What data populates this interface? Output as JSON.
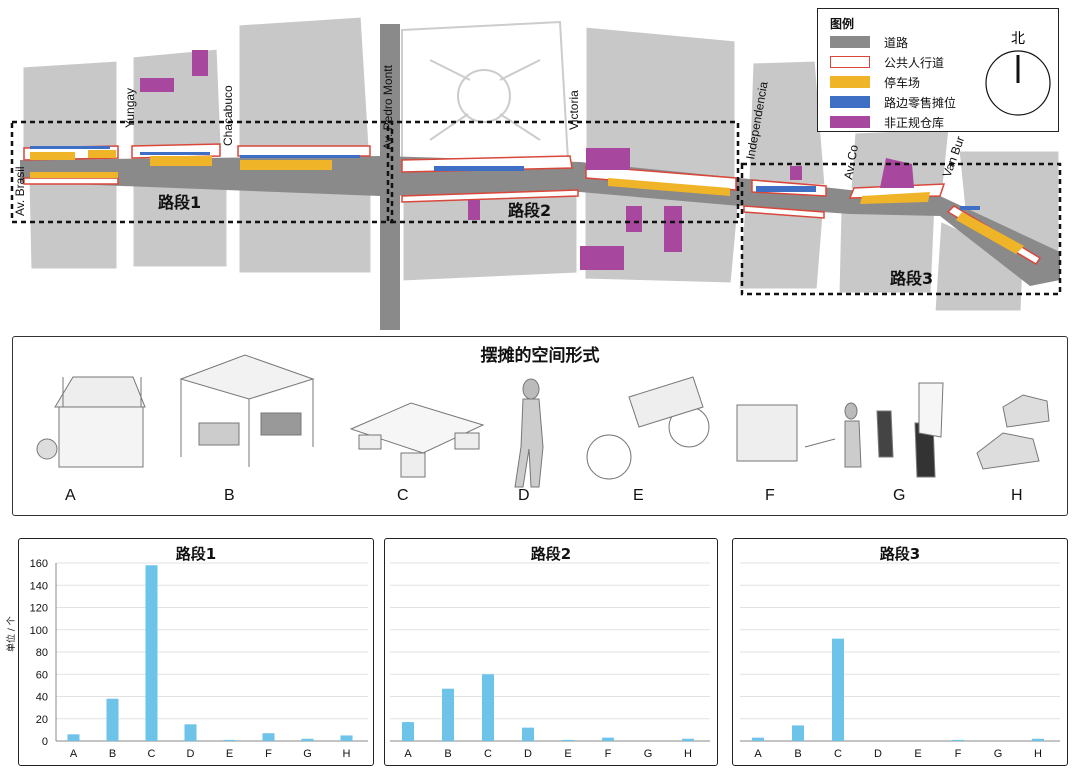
{
  "map": {
    "streets": [
      "Av. Brasil",
      "Yungay",
      "Chacabuco",
      "Av. Pedro Montt",
      "Victoria",
      "Independencia",
      "Av. Co",
      "Van Bur"
    ],
    "segments": [
      "路段1",
      "路段2",
      "路段3"
    ]
  },
  "legend": {
    "title": "图例",
    "items": [
      {
        "label": "道路",
        "color": "#8a8a8a"
      },
      {
        "label": "公共人行道",
        "color": "#ffffff",
        "stroke": "#d9473a"
      },
      {
        "label": "停车场",
        "color": "#f0b429"
      },
      {
        "label": "路边零售摊位",
        "color": "#3f6fc4"
      },
      {
        "label": "非正规仓库",
        "color": "#a8479e"
      }
    ],
    "north": "北"
  },
  "forms": {
    "title": "摆摊的空间形式",
    "letters": [
      "A",
      "B",
      "C",
      "D",
      "E",
      "F",
      "G",
      "H"
    ]
  },
  "chart_data": [
    {
      "type": "bar",
      "title": "路段1",
      "categories": [
        "A",
        "B",
        "C",
        "D",
        "E",
        "F",
        "G",
        "H"
      ],
      "values": [
        6,
        38,
        158,
        15,
        1,
        7,
        2,
        5
      ],
      "ylim": [
        0,
        160
      ],
      "yticks": [
        0,
        20,
        40,
        60,
        80,
        100,
        120,
        140,
        160
      ],
      "ylabel": "单位 / 个",
      "color": "#6ec3e8"
    },
    {
      "type": "bar",
      "title": "路段2",
      "categories": [
        "A",
        "B",
        "C",
        "D",
        "E",
        "F",
        "G",
        "H"
      ],
      "values": [
        17,
        47,
        60,
        12,
        1,
        3,
        0,
        2
      ],
      "ylim": [
        0,
        160
      ],
      "color": "#6ec3e8"
    },
    {
      "type": "bar",
      "title": "路段3",
      "categories": [
        "A",
        "B",
        "C",
        "D",
        "E",
        "F",
        "G",
        "H"
      ],
      "values": [
        3,
        14,
        92,
        0,
        0,
        1,
        0,
        2
      ],
      "ylim": [
        0,
        160
      ],
      "color": "#6ec3e8"
    }
  ]
}
